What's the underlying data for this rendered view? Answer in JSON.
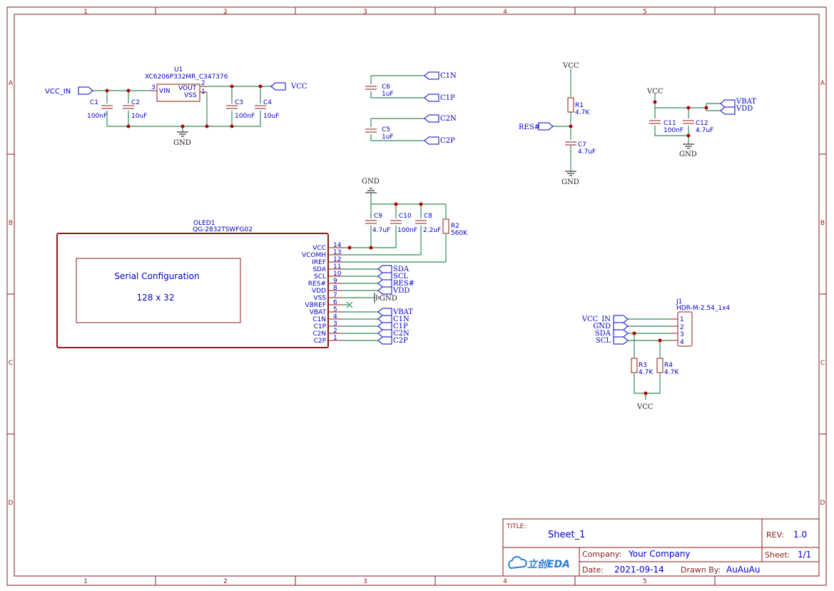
{
  "frame": {
    "columns": [
      "1",
      "2",
      "3",
      "4",
      "5"
    ],
    "rows": [
      "A",
      "B",
      "C",
      "D"
    ]
  },
  "parts": {
    "u1": {
      "ref": "U1",
      "value": "XC6206P332MR_C347376",
      "pin_vin": "VIN",
      "pin_vout": "VOUT",
      "pin_vss": "VSS",
      "pin3": "3",
      "pin2": "2",
      "pin1": "1"
    },
    "c1": {
      "ref": "C1",
      "value": "100nF"
    },
    "c2": {
      "ref": "C2",
      "value": "10uF"
    },
    "c3": {
      "ref": "C3",
      "value": "100nF"
    },
    "c4": {
      "ref": "C4",
      "value": "10uF"
    },
    "c5": {
      "ref": "C5",
      "value": "1uF"
    },
    "c6": {
      "ref": "C6",
      "value": "1uF"
    },
    "c7": {
      "ref": "C7",
      "value": "4.7uF"
    },
    "c8": {
      "ref": "C8",
      "value": "2.2uF"
    },
    "c9": {
      "ref": "C9",
      "value": "4.7uF"
    },
    "c10": {
      "ref": "C10",
      "value": "100nF"
    },
    "c11": {
      "ref": "C11",
      "value": "100nF"
    },
    "c12": {
      "ref": "C12",
      "value": "4.7uF"
    },
    "r1": {
      "ref": "R1",
      "value": "4.7K"
    },
    "r2": {
      "ref": "R2",
      "value": "560K"
    },
    "r3": {
      "ref": "R3",
      "value": "4.7K"
    },
    "r4": {
      "ref": "R4",
      "value": "4.7K"
    },
    "j1": {
      "ref": "J1",
      "value": "HDR-M-2.54_1x4",
      "pins": [
        "1",
        "2",
        "3",
        "4"
      ]
    },
    "oled": {
      "ref": "OLED1",
      "value": "QG-2832TSWFG02",
      "inner_title": "Serial Configuration",
      "inner_size": "128 x 32",
      "pins": [
        {
          "name": "VCC",
          "num": "14"
        },
        {
          "name": "VCOMH",
          "num": "13"
        },
        {
          "name": "IREF",
          "num": "12"
        },
        {
          "name": "SDA",
          "num": "11"
        },
        {
          "name": "SCL",
          "num": "10"
        },
        {
          "name": "RES#",
          "num": "9"
        },
        {
          "name": "VDD",
          "num": "8"
        },
        {
          "name": "VSS",
          "num": "7"
        },
        {
          "name": "VBREF",
          "num": "6"
        },
        {
          "name": "VBAT",
          "num": "5"
        },
        {
          "name": "C1N",
          "num": "4"
        },
        {
          "name": "C1P",
          "num": "3"
        },
        {
          "name": "C2N",
          "num": "2"
        },
        {
          "name": "C2P",
          "num": "1"
        }
      ]
    }
  },
  "nets": {
    "vcc_in": "VCC_IN",
    "vcc": "VCC",
    "gnd": "GND",
    "c1n": "C1N",
    "c1p": "C1P",
    "c2n": "C2N",
    "c2p": "C2P",
    "res": "RES#",
    "vbat": "VBAT",
    "vdd": "VDD",
    "sda": "SDA",
    "scl": "SCL"
  },
  "oled_ports": [
    "SDA",
    "SCL",
    "RES#",
    "VDD"
  ],
  "oled_ports2": [
    "VBAT",
    "C1N",
    "C1P",
    "C2N",
    "C2P"
  ],
  "j1_ports": [
    "VCC_IN",
    "GND",
    "SDA",
    "SCL"
  ],
  "title_block": {
    "title_label": "TITLE:",
    "title": "Sheet_1",
    "rev_label": "REV:",
    "rev": "1.0",
    "company_label": "Company:",
    "company": "Your Company",
    "sheet_label": "Sheet:",
    "sheet": "1/1",
    "date_label": "Date:",
    "date": "2021-09-14",
    "drawn_label": "Drawn By:",
    "drawn": "AuAuAu",
    "logo_text": "立创EDA"
  }
}
